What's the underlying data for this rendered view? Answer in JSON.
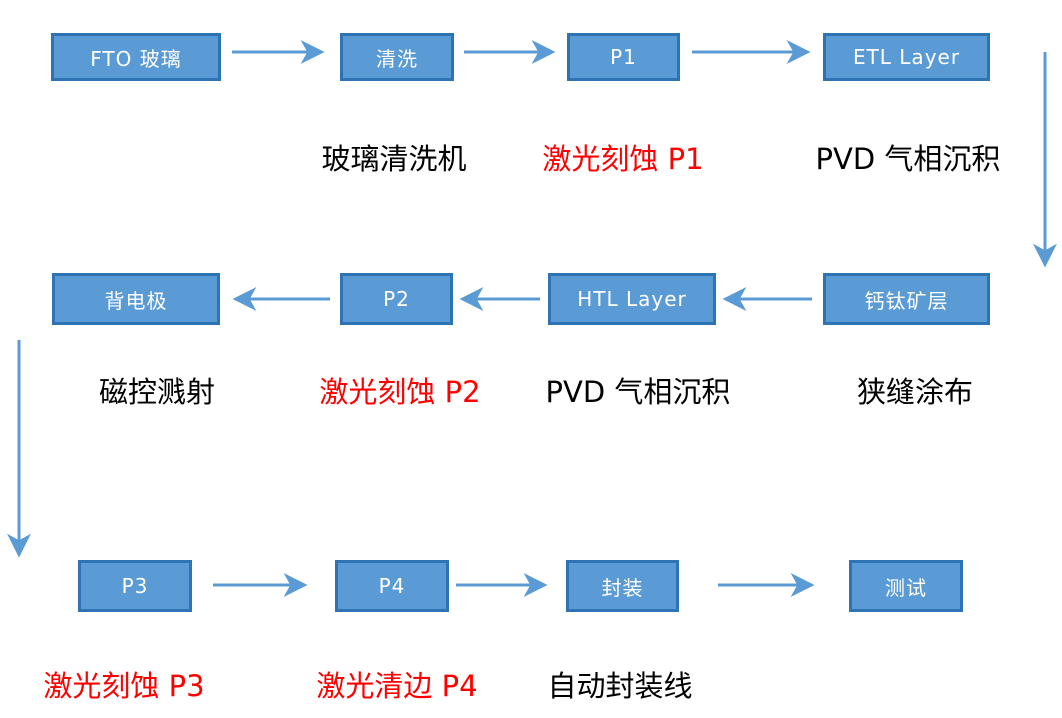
{
  "colors": {
    "box_fill": "#5B9BD5",
    "box_border": "#2E74B5",
    "arrow": "#5B9BD5",
    "text_on_box": "#FFFFFF",
    "annotation_default": "#000000",
    "annotation_highlight": "#FE0000",
    "background": "#FFFFFF"
  },
  "nodes": [
    {
      "id": "fto-glass",
      "label": "FTO 玻璃"
    },
    {
      "id": "cleaning",
      "label": "清洗"
    },
    {
      "id": "p1",
      "label": "P1"
    },
    {
      "id": "etl-layer",
      "label": "ETL Layer"
    },
    {
      "id": "perovskite-layer",
      "label": "钙钛矿层"
    },
    {
      "id": "htl-layer",
      "label": "HTL Layer"
    },
    {
      "id": "p2",
      "label": "P2"
    },
    {
      "id": "back-electrode",
      "label": "背电极"
    },
    {
      "id": "p3",
      "label": "P3"
    },
    {
      "id": "p4",
      "label": "P4"
    },
    {
      "id": "encapsulation",
      "label": "封装"
    },
    {
      "id": "testing",
      "label": "测试"
    }
  ],
  "annotations": [
    {
      "text": "玻璃清洗机",
      "emphasis": false
    },
    {
      "text": "激光刻蚀 P1",
      "emphasis": true
    },
    {
      "text": "PVD 气相沉积",
      "emphasis": false
    },
    {
      "text": "磁控溅射",
      "emphasis": false
    },
    {
      "text": "激光刻蚀 P2",
      "emphasis": true
    },
    {
      "text": "PVD 气相沉积",
      "emphasis": false
    },
    {
      "text": "狭缝涂布",
      "emphasis": false
    },
    {
      "text": "激光刻蚀 P3",
      "emphasis": true
    },
    {
      "text": "激光清边 P4",
      "emphasis": true
    },
    {
      "text": "自动封装线",
      "emphasis": false
    }
  ],
  "flow_order": [
    "FTO 玻璃",
    "清洗",
    "P1",
    "ETL Layer",
    "钙钛矿层",
    "HTL Layer",
    "P2",
    "背电极",
    "P3",
    "P4",
    "封装",
    "测试"
  ]
}
